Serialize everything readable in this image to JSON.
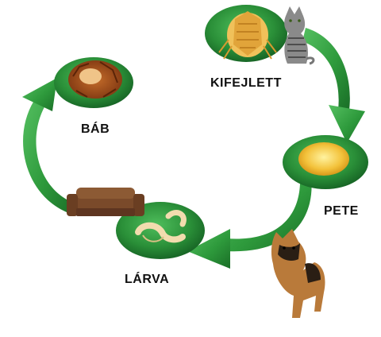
{
  "diagram": {
    "type": "life-cycle",
    "stages": [
      {
        "key": "adult",
        "label": "KIFEJLETT"
      },
      {
        "key": "egg",
        "label": "PETE"
      },
      {
        "key": "larva",
        "label": "LÁRVA"
      },
      {
        "key": "pupa",
        "label": "BÁB"
      }
    ],
    "hosts": [
      "cat-icon",
      "dog-icon"
    ],
    "environment": [
      "sofa-icon"
    ],
    "colors": {
      "arrow": "#2e9a3c",
      "arrow_dark": "#1a6e27",
      "disc": "#2f9d3e",
      "disc_dark": "#166126",
      "label": "#111111"
    }
  }
}
